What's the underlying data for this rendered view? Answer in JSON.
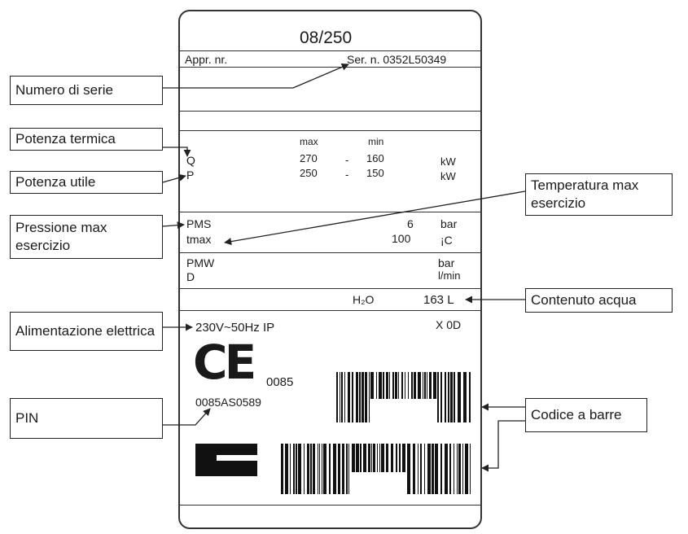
{
  "plate": {
    "model": "08/250",
    "appr_label": "Appr. nr.",
    "serial": "Ser. n.  0352L50349",
    "col_max": "max",
    "col_min": "min",
    "rows": [
      {
        "symbol": "Q",
        "max": "270",
        "sep": "-",
        "min": "160",
        "unit": "kW"
      },
      {
        "symbol": "P",
        "max": "250",
        "sep": "-",
        "min": "150",
        "unit": "kW"
      }
    ],
    "pms_label": "PMS",
    "pms_value": "6",
    "pms_unit": "bar",
    "tmax_label": "tmax",
    "tmax_value": "100",
    "tmax_unit": "¡C",
    "pmw_label": "PMW",
    "pmw_unit": "bar",
    "d_label": "D",
    "d_unit": "l/min",
    "water_label": "H₂O",
    "water_value": "163  L",
    "power_supply": "230V~50Hz IP",
    "ip_code": "X 0D",
    "ce_mark": "CE",
    "ce_number": "0085",
    "pin": "0085AS0589"
  },
  "callouts": {
    "serial_number": "Numero di serie",
    "thermal_power": "Potenza termica",
    "useful_power": "Potenza utile",
    "max_pressure": "Pressione max esercizio",
    "max_temperature": "Temperatura max esercizio",
    "water_content": "Contenuto acqua",
    "power_supply": "Alimentazione elettrica",
    "pin": "PIN",
    "barcode": "Codice a barre"
  },
  "colors": {
    "ink": "#1a1a1a",
    "line": "#333333",
    "background": "#ffffff"
  }
}
